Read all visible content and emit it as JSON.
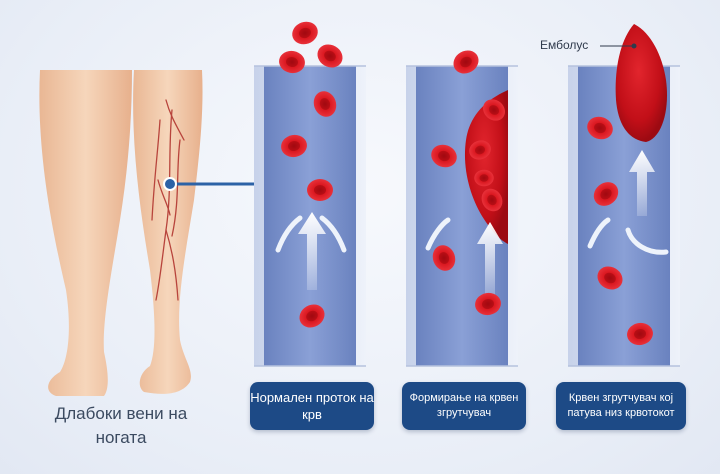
{
  "leg_caption": "Длабоки вени на ногата",
  "panels": [
    {
      "label": "Нормален проток на крв"
    },
    {
      "label": "Формирање на крвен згрутчувач"
    },
    {
      "label": "Крвен згрутчувач кој патува низ крвотокот"
    }
  ],
  "embolus_label": "Емболус",
  "colors": {
    "label_box": "#1d4a86",
    "vessel": "#7f96cc",
    "blood_cell": "#d8141c",
    "clot": "#c8101a",
    "skin": "#f2cfb0",
    "pointer_line": "#2c62a6"
  }
}
